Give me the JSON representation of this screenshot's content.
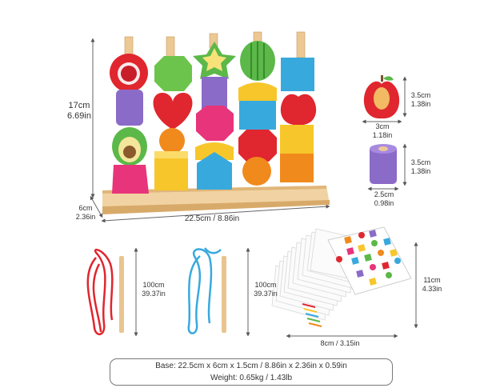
{
  "dimensions": {
    "tower_height": {
      "cm": "17cm",
      "in": "6.69in"
    },
    "base_depth": {
      "cm": "6cm",
      "in": "2.36in"
    },
    "base_width": "22.5cm / 8.86in",
    "apple_height": {
      "cm": "3.5cm",
      "in": "1.38in"
    },
    "apple_width": {
      "cm": "3cm",
      "in": "1.18in"
    },
    "cylinder_height": {
      "cm": "3.5cm",
      "in": "1.38in"
    },
    "cylinder_width": {
      "cm": "2.5cm",
      "in": "0.98in"
    },
    "red_cord": {
      "cm": "100cm",
      "in": "39.37in"
    },
    "blue_cord": {
      "cm": "100cm",
      "in": "39.37in"
    },
    "card_height": {
      "cm": "11cm",
      "in": "4.33in"
    },
    "card_width": "8cm / 3.15in"
  },
  "specs": {
    "base": "Base: 22.5cm x 6cm x 1.5cm / 8.86in x 2.36in x 0.59in",
    "weight": "Weight: 0.65kg / 1.43lb"
  },
  "colors": {
    "wood": "#e9c48f",
    "red": "#e0262e",
    "blue": "#38a9dd",
    "green": "#5bb849",
    "yellow": "#f7c62a",
    "purple": "#8b6bc8",
    "pink": "#e8347a",
    "orange": "#f08a1c"
  }
}
